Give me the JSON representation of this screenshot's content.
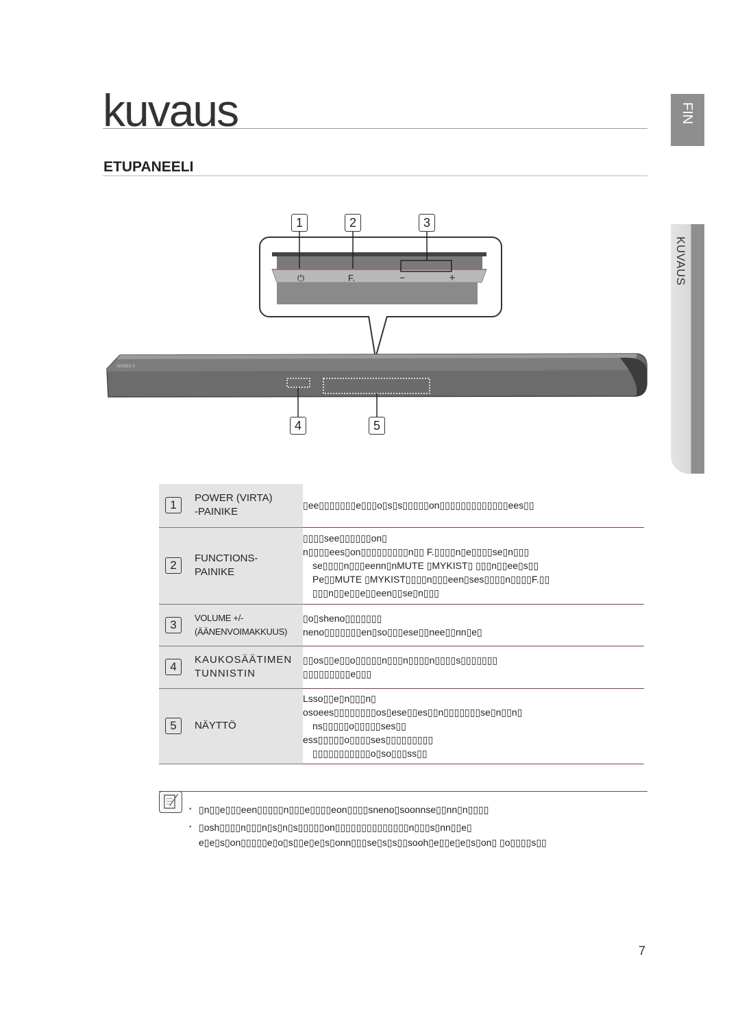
{
  "page": {
    "title": "kuvaus",
    "section_title": "ETUPANEELI",
    "side_tab_language": "FIN",
    "side_tab_section": "KUVAUS",
    "page_number": "7"
  },
  "diagram": {
    "callouts_top": [
      "1",
      "2",
      "3"
    ],
    "callouts_bottom": [
      "4",
      "5"
    ],
    "button_labels": [
      "⏻",
      "F.",
      "−",
      "+"
    ],
    "logo_text": "SERIES 5"
  },
  "table": {
    "rows": [
      {
        "num": "1",
        "name_lines": [
          "POWER (VIRTA)",
          "-PAINIKE"
        ],
        "desc_lines": [
          "▯ee▯▯▯▯▯▯▯e▯▯▯o▯s▯s▯▯▯▯▯on▯▯▯▯▯▯▯▯▯▯▯▯▯ees▯▯"
        ]
      },
      {
        "num": "2",
        "name_lines": [
          "FUNCTIONS-",
          "PAINIKE"
        ],
        "desc_lines": [
          "▯▯▯▯see▯▯▯▯▯▯on▯",
          "n▯▯▯▯ees▯on▯▯▯▯▯▯▯▯▯n▯▯ F.▯▯▯▯n▯e▯▯▯▯se▯n▯▯▯",
          "se▯▯▯▯n▯▯▯eenn▯nMUTE ▯MYKIST▯ ▯▯▯n▯▯ee▯s▯▯",
          "Pe▯▯MUTE ▯MYKIST▯▯▯▯n▯▯▯een▯ses▯▯▯▯n▯▯▯▯F.▯▯",
          "▯▯▯n▯▯e▯▯e▯▯een▯▯se▯n▯▯▯"
        ]
      },
      {
        "num": "3",
        "name_lines": [
          "VOLUME +/-",
          "(ÄÄNENVOIMAKKUUS)"
        ],
        "desc_lines": [
          "▯o▯sheno▯▯▯▯▯▯▯",
          "neno▯▯▯▯▯▯▯en▯so▯▯▯ese▯▯nee▯▯nn▯e▯"
        ]
      },
      {
        "num": "4",
        "name_lines": [
          "KAUKOSÄÄTIMEN",
          "TUNNISTIN"
        ],
        "desc_lines": [
          "▯▯os▯▯e▯▯o▯▯▯▯▯n▯▯▯n▯▯▯▯n▯▯▯▯s▯▯▯▯▯▯▯",
          "▯▯▯▯▯▯▯▯▯e▯▯▯"
        ]
      },
      {
        "num": "5",
        "name_lines": [
          "NÄYTTÖ"
        ],
        "desc_lines": [
          "Lsso▯▯e▯n▯▯▯n▯",
          "osoees▯▯▯▯▯▯▯▯os▯ese▯▯es▯▯n▯▯▯▯▯▯▯se▯n▯▯n▯",
          "ns▯▯▯▯▯o▯▯▯▯▯ses▯▯",
          "ess▯▯▯▯▯o▯▯▯▯ses▯▯▯▯▯▯▯▯▯",
          "▯▯▯▯▯▯▯▯▯▯▯o▯so▯▯▯ss▯▯"
        ]
      }
    ]
  },
  "notes": [
    "▯n▯▯e▯▯▯een▯▯▯▯▯n▯▯▯e▯▯▯▯eon▯▯▯▯sneno▯soonnse▯▯nn▯n▯▯▯▯",
    "▯osh▯▯▯▯n▯▯▯n▯s▯n▯s▯▯▯▯▯on▯▯▯▯▯▯▯▯▯▯▯▯▯▯n▯▯▯s▯nn▯▯e▯ e▯e▯s▯on▯▯▯▯▯e▯o▯s▯▯e▯e▯s▯onn▯▯▯se▯s▯s▯▯sooh▯e▯▯e▯e▯s▯on▯ ▯o▯▯▯▯s▯▯"
  ]
}
